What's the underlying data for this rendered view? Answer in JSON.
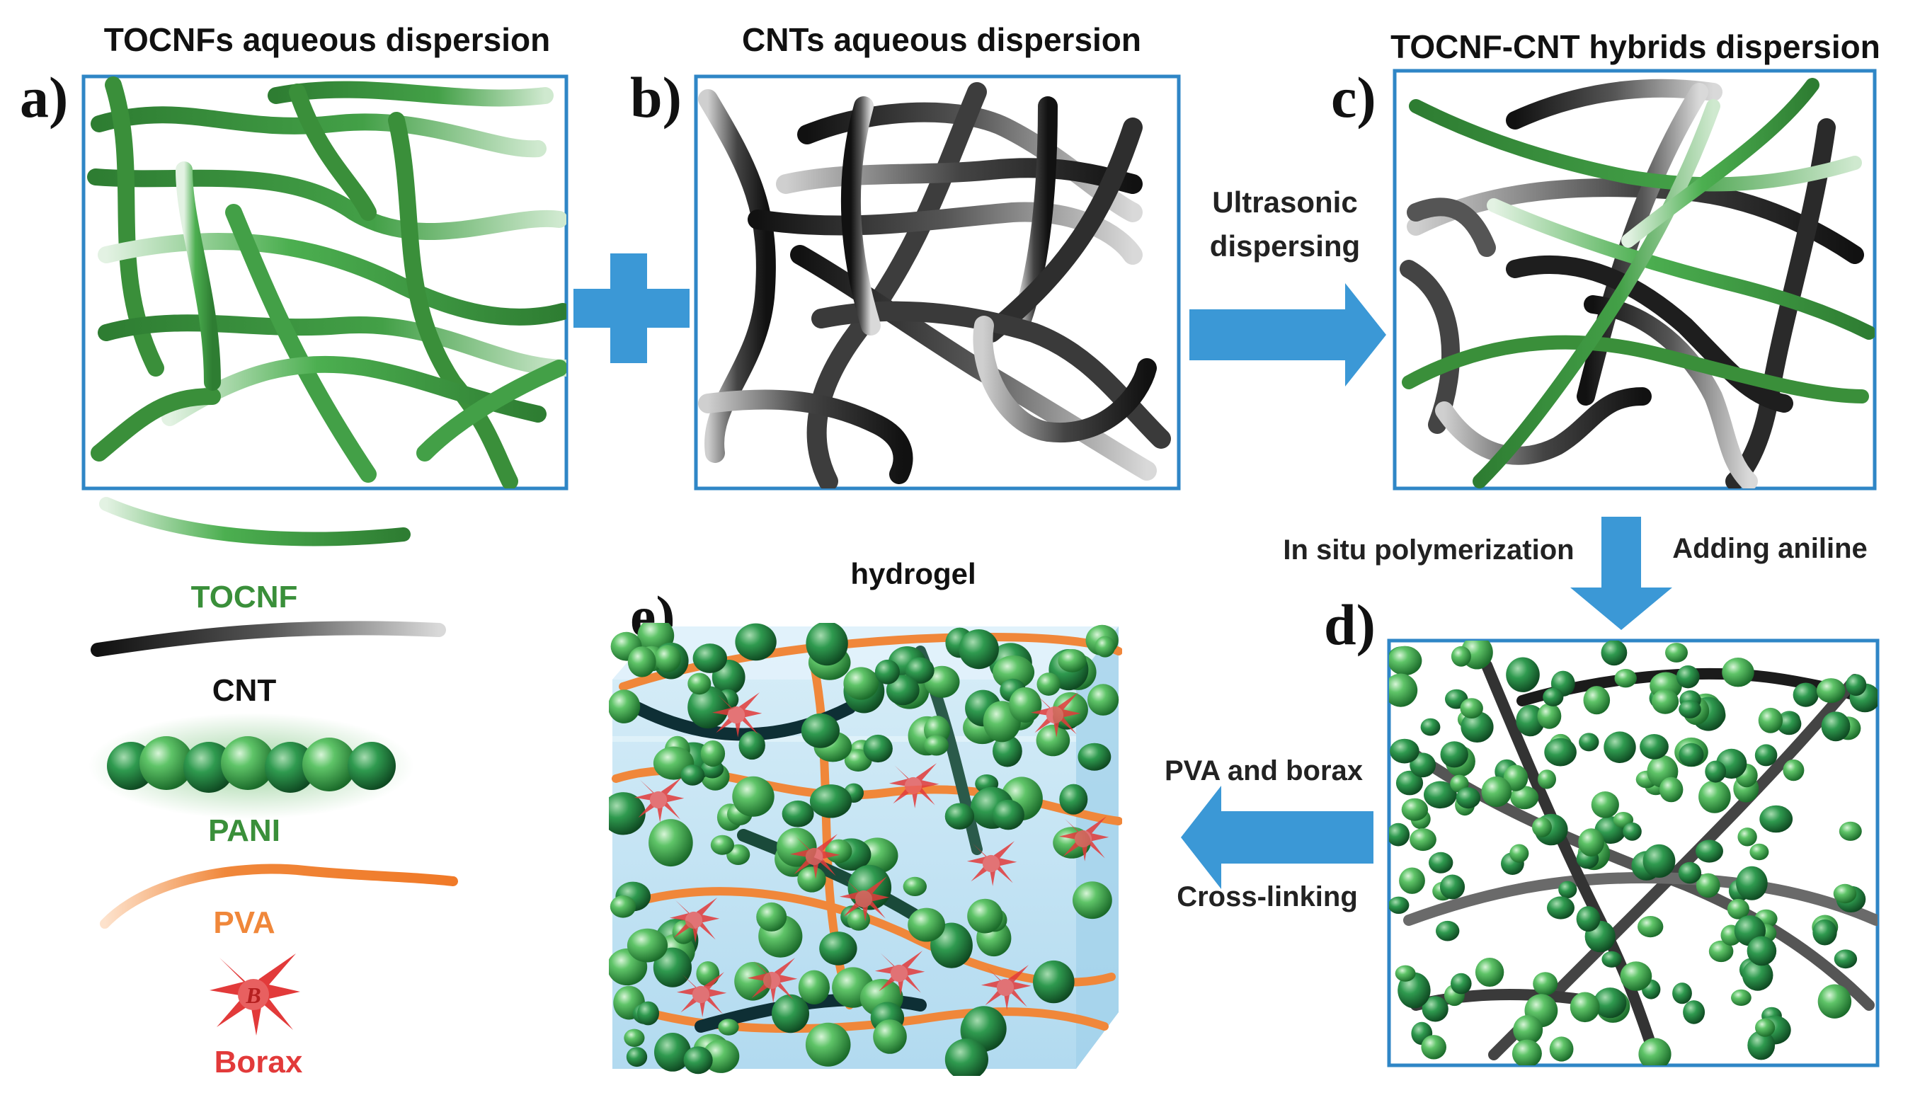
{
  "panels": {
    "a": {
      "letter": "a)",
      "title": "TOCNFs aqueous dispersion"
    },
    "b": {
      "letter": "b)",
      "title": "CNTs aqueous dispersion"
    },
    "c": {
      "letter": "c)",
      "title": "TOCNF-CNT hybrids dispersion"
    },
    "d": {
      "letter": "d)"
    },
    "e": {
      "letter": "e)",
      "title": "hydrogel"
    }
  },
  "steps": {
    "b_to_c_line1": "Ultrasonic",
    "b_to_c_line2": "dispersing",
    "c_to_d_left": "In situ polymerization",
    "c_to_d_right": "Adding aniline",
    "d_to_e_top": "PVA and borax",
    "d_to_e_bottom": "Cross-linking"
  },
  "legend": {
    "tocnf": "TOCNF",
    "cnt": "CNT",
    "pani": "PANI",
    "pva": "PVA",
    "borax": "Borax",
    "borax_symbol": "B"
  },
  "colors": {
    "frame": "#2f86c6",
    "arrow": "#3b98d6",
    "tocnf": "#3a8f3a",
    "cnt": "#3a3a3a",
    "pani": "#2fa84a",
    "pva": "#f0873a",
    "borax": "#e23a3a",
    "hydrogel_bg": "#c9e6f4"
  }
}
